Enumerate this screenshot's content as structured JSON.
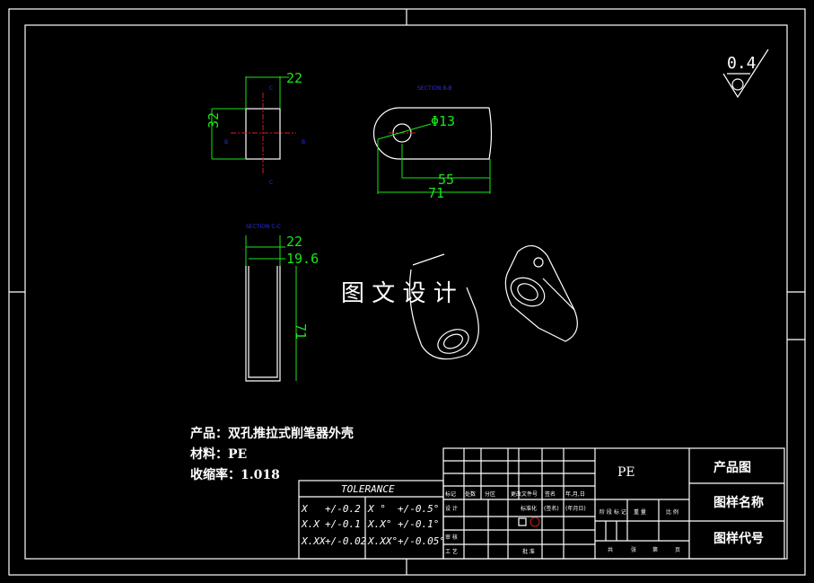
{
  "roughness": {
    "value": "0.4"
  },
  "views": {
    "section_label_1": "SECTION B-B",
    "section_label_2": "SECTION C-C",
    "dims": {
      "width_top": "22",
      "height_left": "32",
      "hole": "Φ13",
      "len_55": "55",
      "len_71": "71",
      "width_bot": "22",
      "inner": "19.6",
      "height_bot": "71"
    },
    "markers": {
      "a": "B",
      "b": "B",
      "c": "C",
      "d": "C"
    }
  },
  "watermark": "图 文 设 计",
  "notes": {
    "product": "产品：双孔推拉式削笔器外壳",
    "material": "材料：PE",
    "shrink": "收缩率：1.018"
  },
  "tolerance": {
    "title": "TOLERANCE",
    "rows": [
      [
        "X",
        "+/-0.2",
        "X °",
        "+/-0.5°"
      ],
      [
        "X.X",
        "+/-0.1",
        "X.X°",
        "+/-0.1°"
      ],
      [
        "X.XX",
        "+/-0.02",
        "X.XX°",
        "+/-0.05°"
      ]
    ]
  },
  "title_block": {
    "headers": [
      "标记",
      "处数",
      "分区",
      "更改文件号",
      "签名",
      "年,月,日"
    ],
    "design": "设 计",
    "standard": "标准化",
    "sign": "(签名)",
    "date": "(年月日)",
    "review": "审 核",
    "process": "工 艺",
    "approve": "批 准",
    "stage": [
      "阶 段 标 记",
      "重 量",
      "比 例"
    ],
    "sheets": [
      "共",
      "张",
      "第",
      "页"
    ],
    "material": "PE",
    "right": [
      "产品图",
      "图样名称",
      "图样代号"
    ]
  },
  "colors": {
    "background": "#000000",
    "lines": "#ffffff",
    "dimensions": "#19e619",
    "centerlines": "#d02020",
    "labels": "#2a2aff"
  }
}
